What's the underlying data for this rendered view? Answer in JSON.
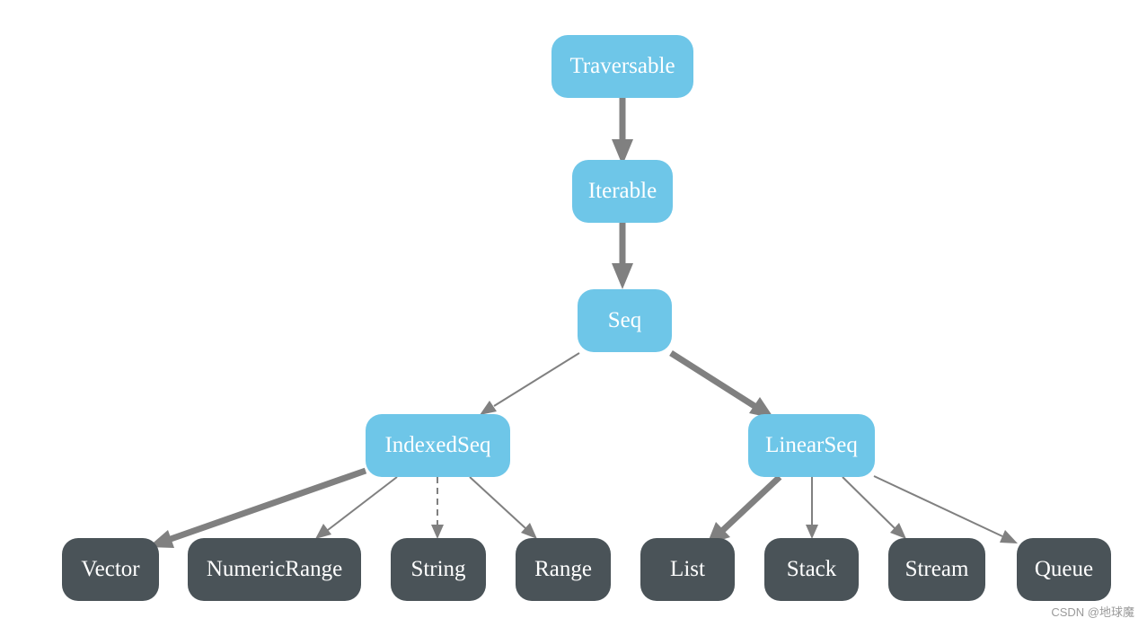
{
  "nodes": {
    "traversable": "Traversable",
    "iterable": "Iterable",
    "seq": "Seq",
    "indexedseq": "IndexedSeq",
    "linearseq": "LinearSeq",
    "vector": "Vector",
    "numericrange": "NumericRange",
    "string": "String",
    "range": "Range",
    "list": "List",
    "stack": "Stack",
    "stream": "Stream",
    "queue": "Queue"
  },
  "colors": {
    "trait_node": "#6ec6e8",
    "class_node": "#4a5358",
    "edge": "#808080",
    "node_text": "#ffffff"
  },
  "watermark": "CSDN @地球魔"
}
